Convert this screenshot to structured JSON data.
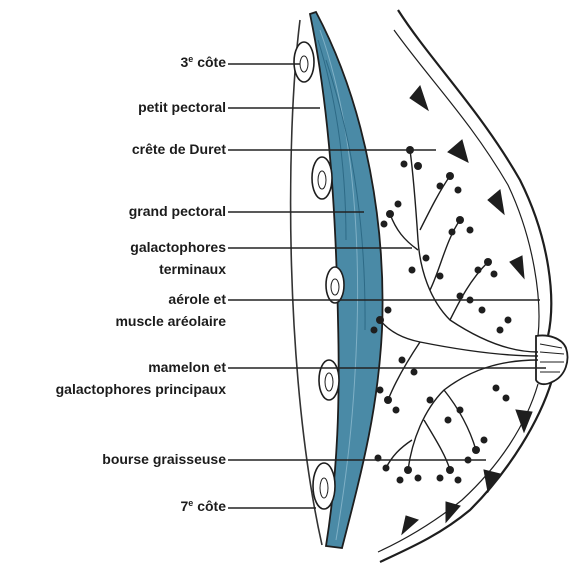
{
  "labels": {
    "cote3": {
      "num": "3",
      "sup": "e",
      "text": "côte"
    },
    "petit_pectoral": "petit pectoral",
    "crete_de_duret": "crête de Duret",
    "grand_pectoral": "grand pectoral",
    "galactophores_terminaux": [
      "galactophores",
      "terminaux"
    ],
    "areole": [
      "aérole et",
      "muscle aréolaire"
    ],
    "mamelon": [
      "mamelon et",
      "galactophores principaux"
    ],
    "bourse_graisseuse": "bourse graisseuse",
    "cote7": {
      "num": "7",
      "sup": "e",
      "text": "côte"
    }
  },
  "colors": {
    "muscle": "#4a8aa6",
    "muscle_dark": "#2d6a86",
    "line": "#1e1e1e"
  }
}
